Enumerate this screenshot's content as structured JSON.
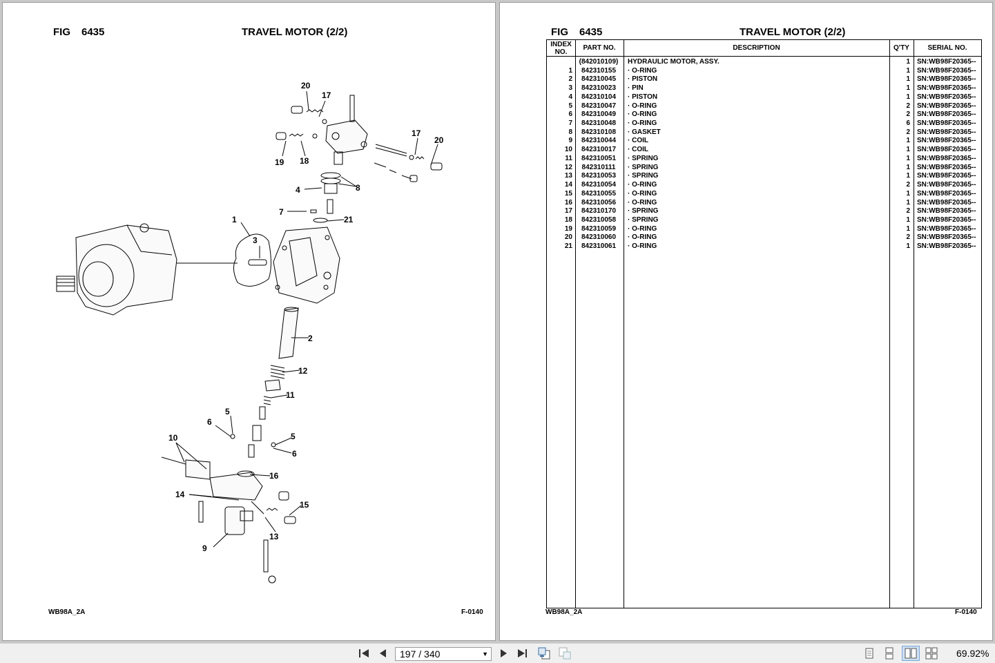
{
  "left_page": {
    "fig_label": "FIG",
    "fig_no": "6435",
    "title": "TRAVEL MOTOR (2/2)",
    "footer_left": "WB98A_2A",
    "footer_right": "F-0140"
  },
  "diagram": {
    "callouts": [
      "20",
      "17",
      "17",
      "20",
      "19",
      "18",
      "4",
      "8",
      "7",
      "21",
      "1",
      "3",
      "2",
      "12",
      "11",
      "5",
      "6",
      "10",
      "5",
      "6",
      "16",
      "14",
      "15",
      "13",
      "9"
    ]
  },
  "right_page": {
    "fig_label": "FIG",
    "fig_no": "6435",
    "title": "TRAVEL MOTOR (2/2)",
    "footer_left": "WB98A_2A",
    "footer_right": "F-0140",
    "table": {
      "headers": [
        "INDEX NO.",
        "PART NO.",
        "DESCRIPTION",
        "Q'TY",
        "SERIAL NO."
      ],
      "rows": [
        {
          "idx": "",
          "part": "(842010109)",
          "desc": "HYDRAULIC MOTOR, ASSY.",
          "qty": "1",
          "sn": "SN:WB98F20365--"
        },
        {
          "idx": "1",
          "part": "842310155",
          "desc": "·  O-RING",
          "qty": "1",
          "sn": "SN:WB98F20365--"
        },
        {
          "idx": "2",
          "part": "842310045",
          "desc": "·  PISTON",
          "qty": "1",
          "sn": "SN:WB98F20365--"
        },
        {
          "idx": "3",
          "part": "842310023",
          "desc": "·  PIN",
          "qty": "1",
          "sn": "SN:WB98F20365--"
        },
        {
          "idx": "4",
          "part": "842310104",
          "desc": "·  PISTON",
          "qty": "1",
          "sn": "SN:WB98F20365--"
        },
        {
          "idx": "5",
          "part": "842310047",
          "desc": "·  O-RING",
          "qty": "2",
          "sn": "SN:WB98F20365--"
        },
        {
          "idx": "6",
          "part": "842310049",
          "desc": "·  O-RING",
          "qty": "2",
          "sn": "SN:WB98F20365--"
        },
        {
          "idx": "7",
          "part": "842310048",
          "desc": "·  O-RING",
          "qty": "6",
          "sn": "SN:WB98F20365--"
        },
        {
          "idx": "8",
          "part": "842310108",
          "desc": "·  GASKET",
          "qty": "2",
          "sn": "SN:WB98F20365--"
        },
        {
          "idx": "9",
          "part": "842310044",
          "desc": "·  COIL",
          "qty": "1",
          "sn": "SN:WB98F20365--"
        },
        {
          "idx": "10",
          "part": "842310017",
          "desc": "·  COIL",
          "qty": "1",
          "sn": "SN:WB98F20365--"
        },
        {
          "idx": "11",
          "part": "842310051",
          "desc": "·  SPRING",
          "qty": "1",
          "sn": "SN:WB98F20365--"
        },
        {
          "idx": "12",
          "part": "842310111",
          "desc": "·  SPRING",
          "qty": "1",
          "sn": "SN:WB98F20365--"
        },
        {
          "idx": "13",
          "part": "842310053",
          "desc": "·  SPRING",
          "qty": "1",
          "sn": "SN:WB98F20365--"
        },
        {
          "idx": "14",
          "part": "842310054",
          "desc": "·  O-RING",
          "qty": "2",
          "sn": "SN:WB98F20365--"
        },
        {
          "idx": "15",
          "part": "842310055",
          "desc": "·  O-RING",
          "qty": "1",
          "sn": "SN:WB98F20365--"
        },
        {
          "idx": "16",
          "part": "842310056",
          "desc": "·  O-RING",
          "qty": "1",
          "sn": "SN:WB98F20365--"
        },
        {
          "idx": "17",
          "part": "842310170",
          "desc": "·  SPRING",
          "qty": "2",
          "sn": "SN:WB98F20365--"
        },
        {
          "idx": "18",
          "part": "842310058",
          "desc": "·  SPRING",
          "qty": "1",
          "sn": "SN:WB98F20365--"
        },
        {
          "idx": "19",
          "part": "842310059",
          "desc": "·  O-RING",
          "qty": "1",
          "sn": "SN:WB98F20365--"
        },
        {
          "idx": "20",
          "part": "842310060",
          "desc": "·  O-RING",
          "qty": "2",
          "sn": "SN:WB98F20365--"
        },
        {
          "idx": "21",
          "part": "842310061",
          "desc": "·  O-RING",
          "qty": "1",
          "sn": "SN:WB98F20365--"
        }
      ]
    }
  },
  "toolbar": {
    "page_value": "197 / 340",
    "zoom": "69.92%",
    "icons": [
      "first-page-icon",
      "prev-page-icon",
      "next-page-icon",
      "last-page-icon",
      "history-back-icon",
      "history-forward-icon",
      "single-page-view-icon",
      "continuous-view-icon",
      "two-page-view-icon",
      "two-page-continuous-view-icon"
    ]
  }
}
